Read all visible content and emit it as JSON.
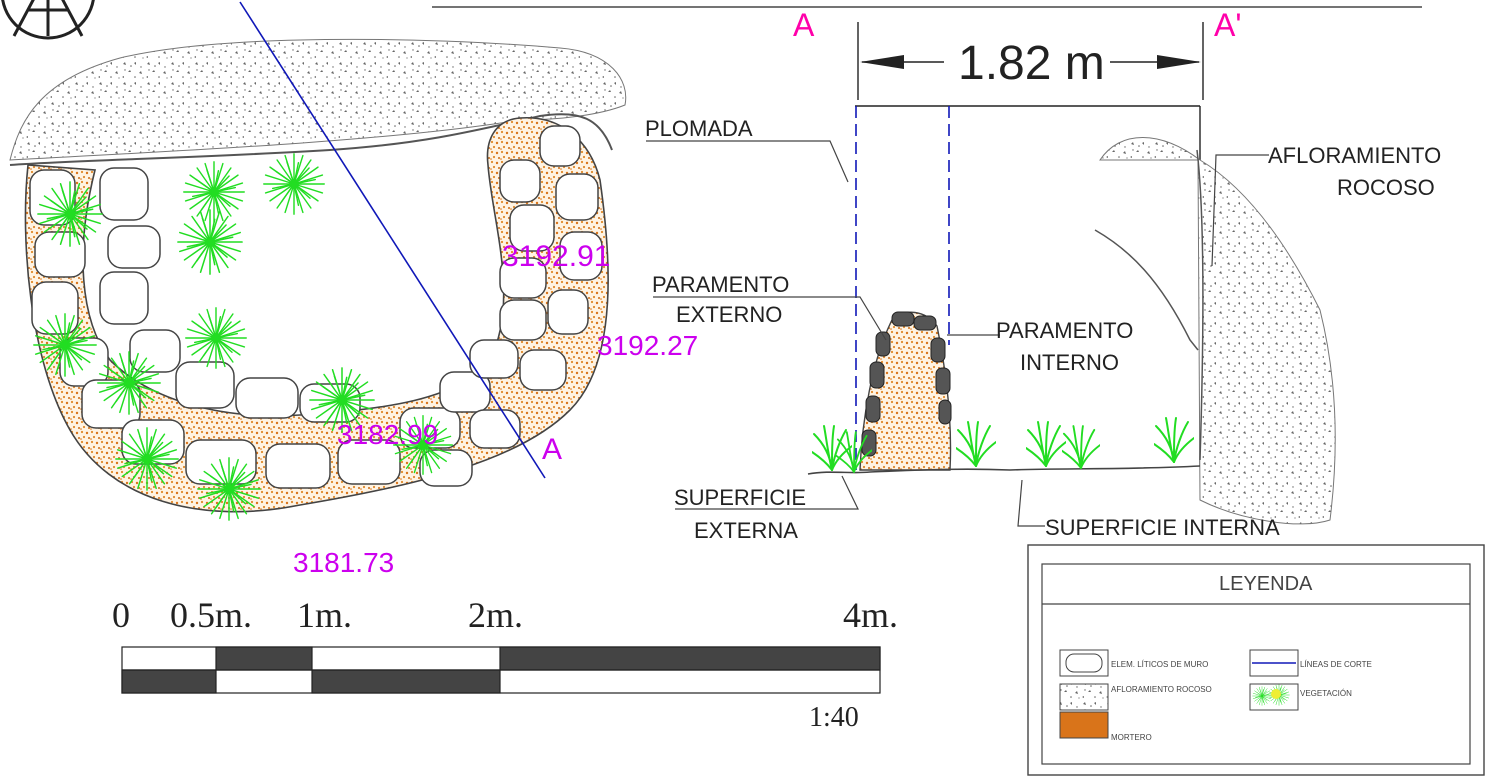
{
  "colors": {
    "magenta": "#cc00ee",
    "section_pink": "#ff00aa",
    "cut_line": "#1018b8",
    "mortar": "#e08a2a",
    "vegetation": "#22dd22",
    "stone": "#555555"
  },
  "icons": [
    "compass-seal-icon",
    "stone-icon",
    "rock-outcrop-icon",
    "mortar-icon",
    "vegetation-icon"
  ],
  "plan": {
    "cut_label": "A",
    "elevations": [
      "3192.91",
      "3192.27",
      "3182.99",
      "3181.73"
    ]
  },
  "section": {
    "label_left": "A",
    "label_right": "A'",
    "dimension": "1.82 m",
    "labels": {
      "plomada": "PLOMADA",
      "paramento_ext_1": "PARAMENTO",
      "paramento_ext_2": "EXTERNO",
      "paramento_int_1": "PARAMENTO",
      "paramento_int_2": "INTERNO",
      "afloramiento_1": "AFLORAMIENTO",
      "afloramiento_2": "ROCOSO",
      "sup_ext_1": "SUPERFICIE",
      "sup_ext_2": "EXTERNA",
      "sup_int": "SUPERFICIE INTERNA"
    }
  },
  "scale_bar": {
    "labels": [
      "0",
      "0.5m.",
      "1m.",
      "2m.",
      "4m."
    ],
    "ratio": "1:40"
  },
  "legend": {
    "title": "LEYENDA",
    "items": [
      "ELEM. LÍTICOS DE MURO",
      "LÍNEAS DE CORTE",
      "AFLORAMIENTO ROCOSO",
      "VEGETACIÓN",
      "MORTERO"
    ]
  }
}
